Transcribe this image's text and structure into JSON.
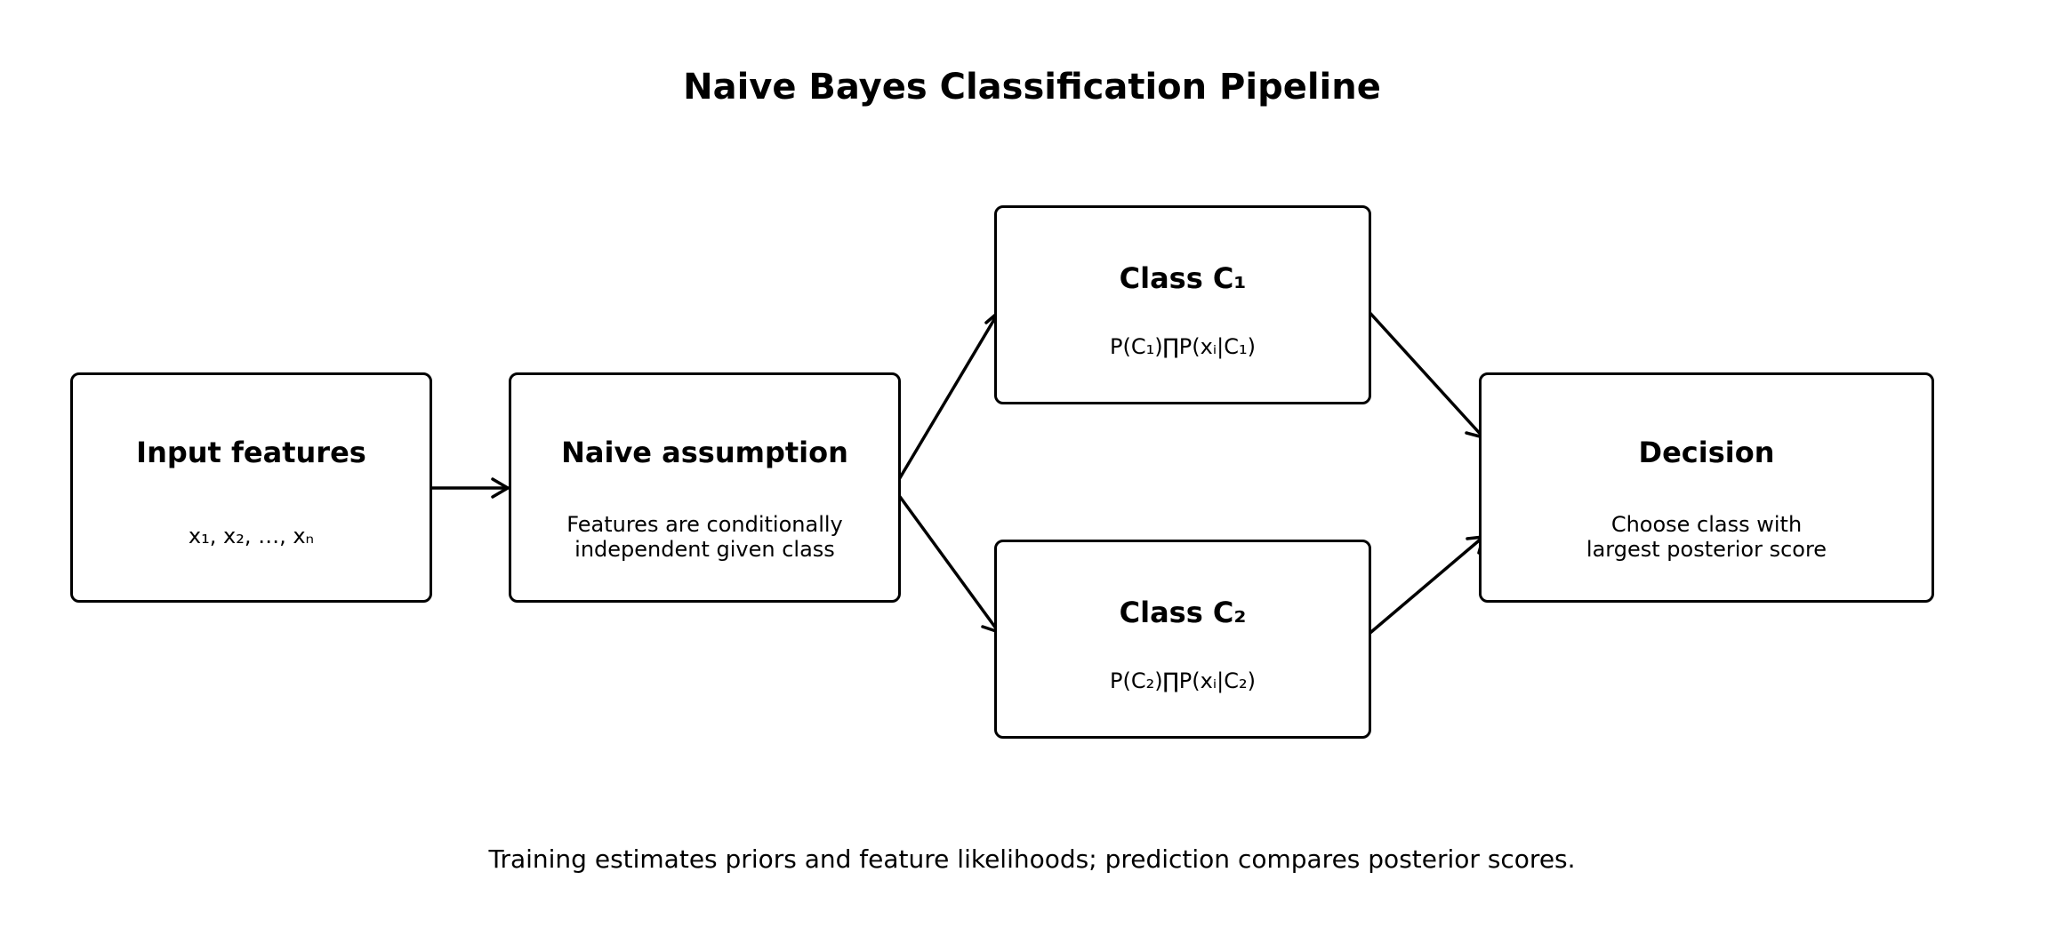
{
  "title": "Naive Bayes Classification Pipeline",
  "nodes": {
    "input": {
      "title": "Input features",
      "body": "x₁, x₂, …, xₙ"
    },
    "assumption": {
      "title": "Naive assumption",
      "body": "Features are conditionally\nindependent given class"
    },
    "class1": {
      "title": "Class C₁",
      "body": "P(C₁)∏P(xᵢ|C₁)"
    },
    "class2": {
      "title": "Class C₂",
      "body": "P(C₂)∏P(xᵢ|C₂)"
    },
    "decision": {
      "title": "Decision",
      "body": "Choose class with\nlargest posterior score"
    }
  },
  "edges": [
    {
      "from": "input",
      "to": "assumption"
    },
    {
      "from": "assumption",
      "to": "class1"
    },
    {
      "from": "assumption",
      "to": "class2"
    },
    {
      "from": "class1",
      "to": "decision"
    },
    {
      "from": "class2",
      "to": "decision"
    }
  ],
  "footnote": "Training estimates priors and feature likelihoods; prediction compares posterior scores."
}
